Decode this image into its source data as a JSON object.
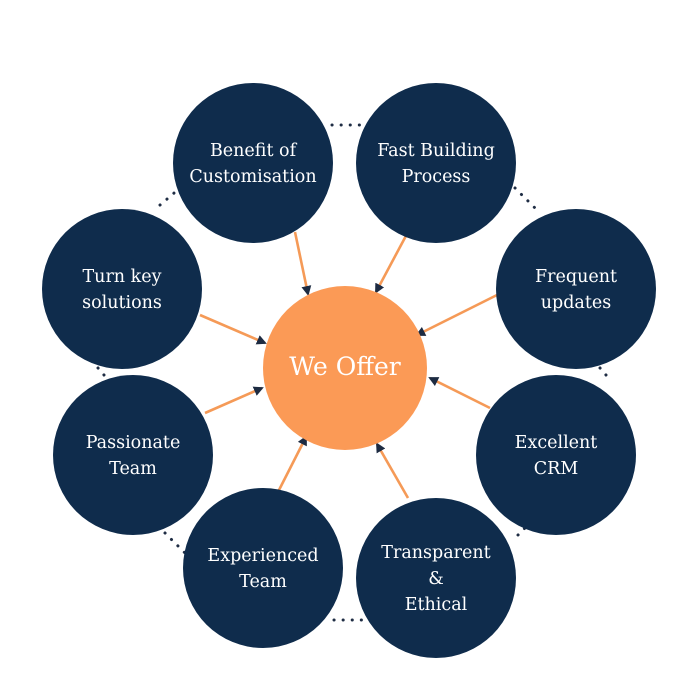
{
  "diagram": {
    "center": {
      "label": "We Offer",
      "color": "#fb9a56"
    },
    "node_color": "#0f2c4c",
    "arrow_color": "#f59a57",
    "nodes": [
      {
        "lines": [
          "Benefit of",
          "Customisation"
        ]
      },
      {
        "lines": [
          "Fast Building",
          "Process"
        ]
      },
      {
        "lines": [
          "Frequent",
          "updates"
        ]
      },
      {
        "lines": [
          "Excellent",
          "CRM"
        ]
      },
      {
        "lines": [
          "Transparent",
          "&",
          "Ethical"
        ]
      },
      {
        "lines": [
          "Experienced",
          "Team"
        ]
      },
      {
        "lines": [
          "Passionate",
          "Team"
        ]
      },
      {
        "lines": [
          "Turn key",
          "solutions"
        ]
      }
    ]
  }
}
